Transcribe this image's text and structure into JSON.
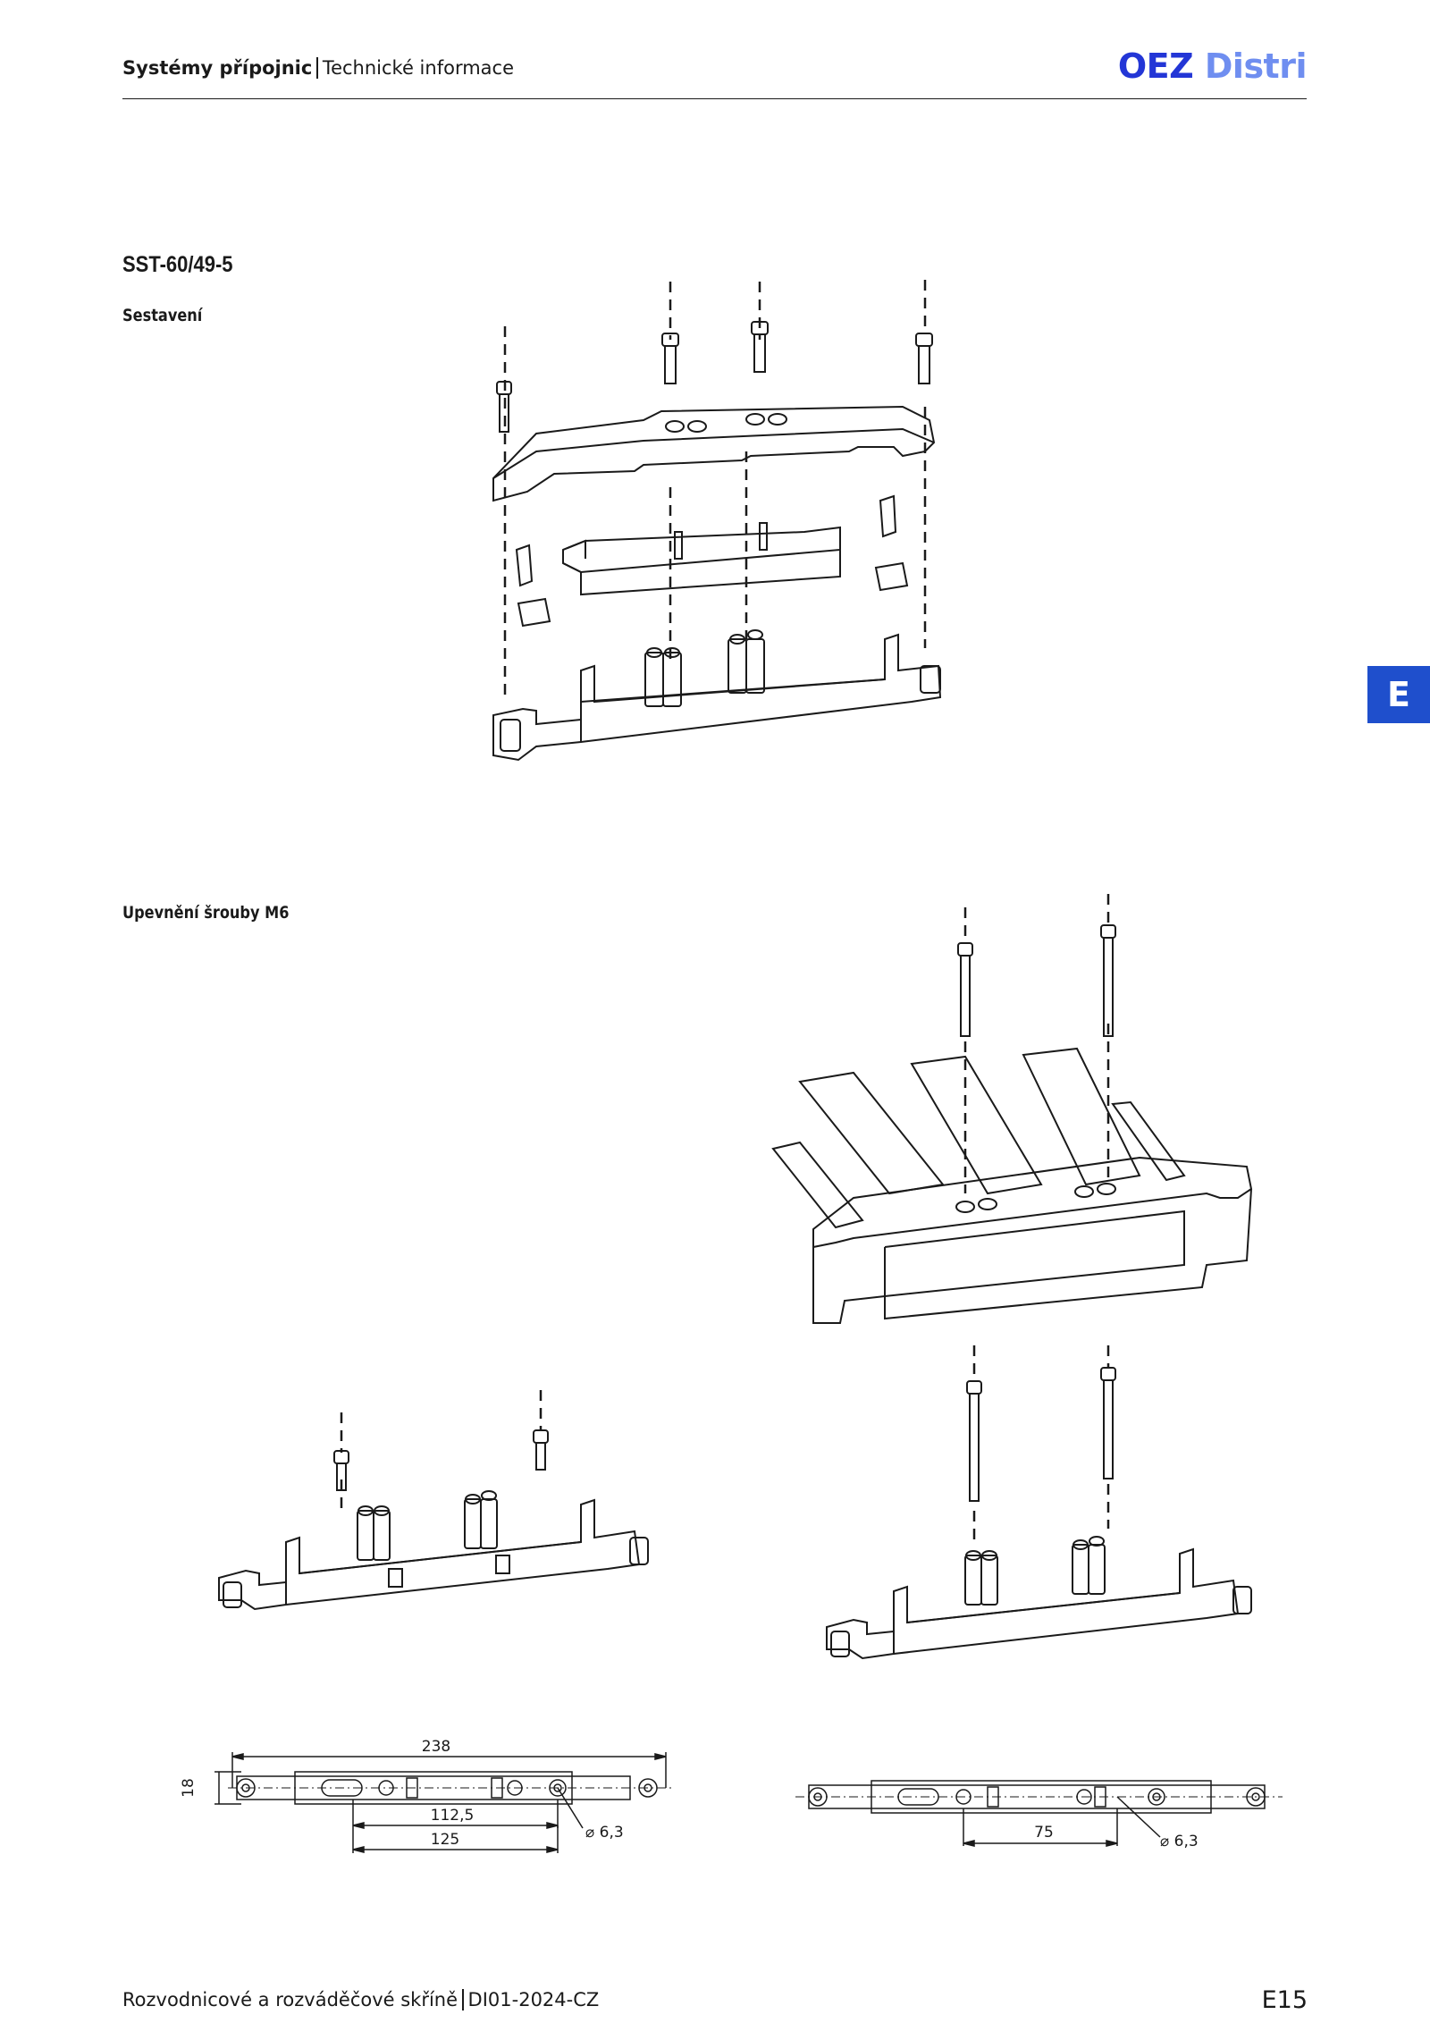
{
  "header": {
    "section": "Systémy přípojnic",
    "subsection": "Technické informace",
    "logo_primary": "OEZ",
    "logo_secondary": "Distri"
  },
  "section_tab": "E",
  "product": {
    "title": "SST-60/49-5",
    "assembly_label": "Sestavení",
    "mounting_label": "Upevnění šrouby M6"
  },
  "dimensions_left": {
    "overall_length": "238",
    "height": "18",
    "spacing_inner": "112,5",
    "spacing_outer": "125",
    "hole_diameter": "⌀ 6,3"
  },
  "dimensions_right": {
    "spacing": "75",
    "hole_diameter": "⌀ 6,3"
  },
  "footer": {
    "publication": "Rozvodnicové a rozváděčové skříně",
    "code": "DI01-2024-CZ",
    "page": "E15"
  },
  "colors": {
    "logo_primary": "#2336d6",
    "logo_secondary": "#6f8ef0",
    "section_tab": "#1f4fcc"
  }
}
